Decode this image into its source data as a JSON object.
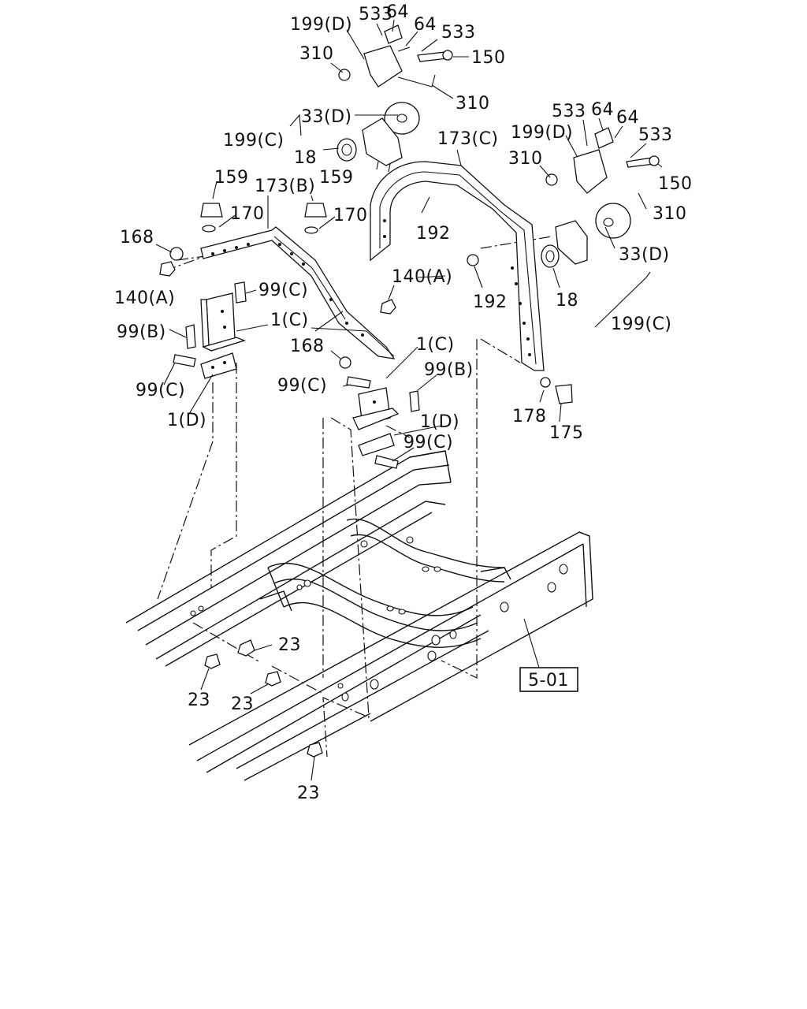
{
  "labels": {
    "l_199d_a": "199(D)",
    "l_533_a": "533",
    "l_64_a": "64",
    "l_64_b": "64",
    "l_533_b": "533",
    "l_310_a": "310",
    "l_150_a": "150",
    "l_310_b": "310",
    "l_33d_a": "33(D)",
    "l_199c_a": "199(C)",
    "l_18_a": "18",
    "l_173c": "173(C)",
    "l_533_c": "533",
    "l_64_c": "64",
    "l_199d_b": "199(D)",
    "l_64_d": "64",
    "l_533_d": "533",
    "l_310_c": "310",
    "l_150_b": "150",
    "l_310_d": "310",
    "l_159_a": "159",
    "l_173b": "173(B)",
    "l_159_b": "159",
    "l_170_a": "170",
    "l_170_b": "170",
    "l_168_a": "168",
    "l_192_a": "192",
    "l_140a_a": "140(A)",
    "l_140a_b": "140(A)",
    "l_33d_b": "33(D)",
    "l_192_b": "192",
    "l_18_b": "18",
    "l_99c_a": "99(C)",
    "l_99b_a": "99(B)",
    "l_1c_a": "1(C)",
    "l_199c_b": "199(C)",
    "l_168_b": "168",
    "l_1c_b": "1(C)",
    "l_99c_b": "99(C)",
    "l_99b_b": "99(B)",
    "l_99c_c": "99(C)",
    "l_1d_a": "1(D)",
    "l_1d_b": "1(D)",
    "l_99c_d": "99(C)",
    "l_178": "178",
    "l_175": "175",
    "l_23_a": "23",
    "l_23_b": "23",
    "l_23_c": "23",
    "l_23_d": "23"
  },
  "reference_box": "5-01"
}
